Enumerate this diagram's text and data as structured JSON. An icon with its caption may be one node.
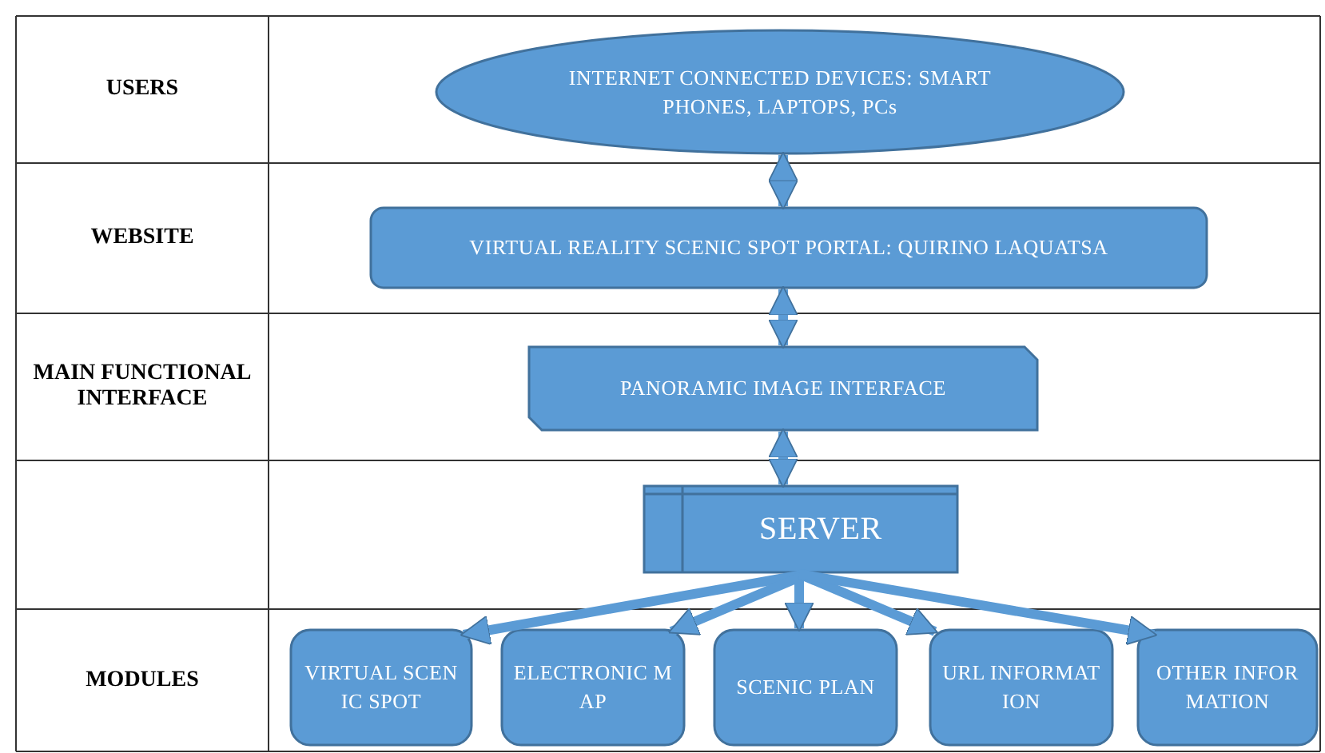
{
  "diagram": {
    "nodes": [
      {
        "text": [
          "INTERNET CONNECTED DEVICES: SMART PHONES, LAPTOPS, PCs"
        ]
      },
      {
        "text": [
          "VIRTUAL REALITY SCENIC SPOT PORTAL: QUIRINO LAQUATSA"
        ]
      },
      {
        "text": [
          "PANORAMIC IMAGE INTERFACE"
        ]
      },
      {
        "text": [
          "SERVER"
        ]
      },
      {
        "text": [
          "VIRTUAL SCENIC SPOT"
        ]
      },
      {
        "text": [
          "ELECTRONIC MAP"
        ]
      },
      {
        "text": [
          "SCENIC PLAN"
        ]
      },
      {
        "text": [
          "URL INFORMATION"
        ]
      },
      {
        "text": [
          "OTHER INFORMATION"
        ]
      }
    ],
    "edges": [
      {
        "from": 0,
        "to": 1,
        "arrow": "both"
      },
      {
        "from": 1,
        "to": 2,
        "arrow": "both"
      },
      {
        "from": 2,
        "to": 3,
        "arrow": "both"
      },
      {
        "from": 3,
        "to": 4,
        "arrow": "to"
      },
      {
        "from": 3,
        "to": 5,
        "arrow": "to"
      },
      {
        "from": 3,
        "to": 6,
        "arrow": "to"
      },
      {
        "from": 3,
        "to": 7,
        "arrow": "to"
      },
      {
        "from": 3,
        "to": 8,
        "arrow": "to"
      }
    ],
    "labels": [
      "USERS",
      "WEBSITE",
      "MAIN FUNCTIONAL INTERFACE",
      "MODULES"
    ]
  }
}
